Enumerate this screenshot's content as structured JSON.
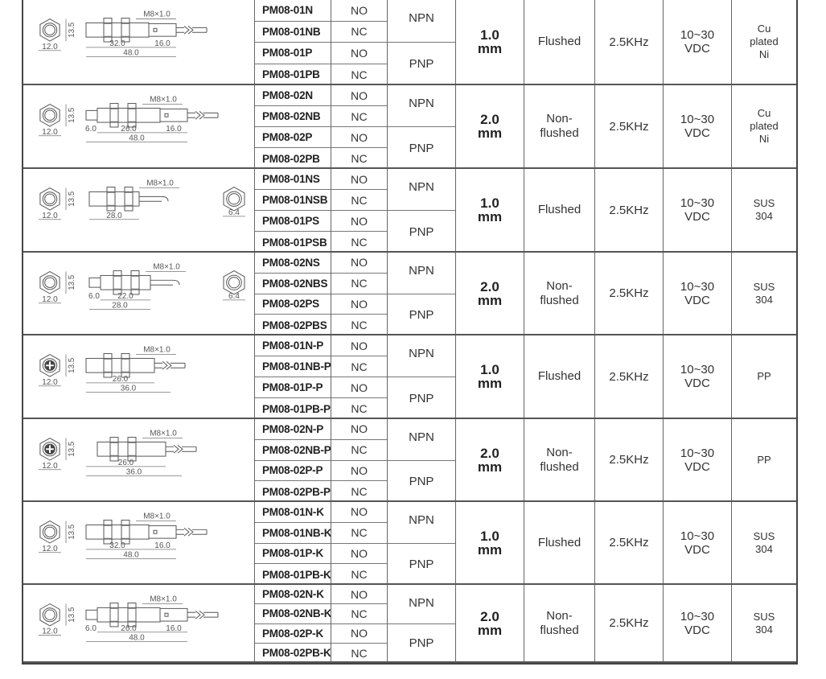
{
  "groups": [
    {
      "variant": "01",
      "models": [
        "PM08-01N",
        "PM08-01NB",
        "PM08-01P",
        "PM08-01PB"
      ],
      "outputs": [
        "NO",
        "NC",
        "NO",
        "NC"
      ],
      "output_types": [
        "NPN",
        "PNP"
      ],
      "distance": [
        "1.0",
        "mm"
      ],
      "mounting": [
        "Flushed"
      ],
      "frequency": "2.5KHz",
      "voltage": [
        "10~30",
        "VDC"
      ],
      "material": [
        "Cu",
        "plated",
        "Ni"
      ],
      "drawing": {
        "thread": "M8×1.0",
        "dims": [
          "13.5",
          "12.0",
          "32.0",
          "16.0",
          "48.0"
        ]
      }
    },
    {
      "variant": "02",
      "models": [
        "PM08-02N",
        "PM08-02NB",
        "PM08-02P",
        "PM08-02PB"
      ],
      "outputs": [
        "NO",
        "NC",
        "NO",
        "NC"
      ],
      "output_types": [
        "NPN",
        "PNP"
      ],
      "distance": [
        "2.0",
        "mm"
      ],
      "mounting": [
        "Non-",
        "flushed"
      ],
      "frequency": "2.5KHz",
      "voltage": [
        "10~30",
        "VDC"
      ],
      "material": [
        "Cu",
        "plated",
        "Ni"
      ],
      "drawing": {
        "thread": "M8×1.0",
        "dims": [
          "13.5",
          "12.0",
          "6.0",
          "26.0",
          "16.0",
          "48.0"
        ]
      }
    },
    {
      "variant": "01S",
      "models": [
        "PM08-01NS",
        "PM08-01NSB",
        "PM08-01PS",
        "PM08-01PSB"
      ],
      "outputs": [
        "NO",
        "NC",
        "NO",
        "NC"
      ],
      "output_types": [
        "NPN",
        "PNP"
      ],
      "distance": [
        "1.0",
        "mm"
      ],
      "mounting": [
        "Flushed"
      ],
      "frequency": "2.5KHz",
      "voltage": [
        "10~30",
        "VDC"
      ],
      "material": [
        "SUS",
        "304"
      ],
      "drawing": {
        "thread": "M8×1.0",
        "dims": [
          "13.5",
          "12.0",
          "28.0",
          "6.4"
        ]
      }
    },
    {
      "variant": "02S",
      "models": [
        "PM08-02NS",
        "PM08-02NBS",
        "PM08-02PS",
        "PM08-02PBS"
      ],
      "outputs": [
        "NO",
        "NC",
        "NO",
        "NC"
      ],
      "output_types": [
        "NPN",
        "PNP"
      ],
      "distance": [
        "2.0",
        "mm"
      ],
      "mounting": [
        "Non-",
        "flushed"
      ],
      "frequency": "2.5KHz",
      "voltage": [
        "10~30",
        "VDC"
      ],
      "material": [
        "SUS",
        "304"
      ],
      "drawing": {
        "thread": "M8×1.0",
        "dims": [
          "13.5",
          "12.0",
          "6.0",
          "22.0",
          "28.0",
          "6.4"
        ]
      }
    },
    {
      "variant": "01P",
      "models": [
        "PM08-01N-P",
        "PM08-01NB-P",
        "PM08-01P-P",
        "PM08-01PB-P"
      ],
      "outputs": [
        "NO",
        "NC",
        "NO",
        "NC"
      ],
      "output_types": [
        "NPN",
        "PNP"
      ],
      "distance": [
        "1.0",
        "mm"
      ],
      "mounting": [
        "Flushed"
      ],
      "frequency": "2.5KHz",
      "voltage": [
        "10~30",
        "VDC"
      ],
      "material": [
        "PP"
      ],
      "drawing": {
        "thread": "M8×1.0",
        "dims": [
          "13.5",
          "12.0",
          "26.0",
          "36.0"
        ]
      }
    },
    {
      "variant": "02P",
      "models": [
        "PM08-02N-P",
        "PM08-02NB-P",
        "PM08-02P-P",
        "PM08-02PB-P"
      ],
      "outputs": [
        "NO",
        "NC",
        "NO",
        "NC"
      ],
      "output_types": [
        "NPN",
        "PNP"
      ],
      "distance": [
        "2.0",
        "mm"
      ],
      "mounting": [
        "Non-",
        "flushed"
      ],
      "frequency": "2.5KHz",
      "voltage": [
        "10~30",
        "VDC"
      ],
      "material": [
        "PP"
      ],
      "drawing": {
        "thread": "M8×1.0",
        "dims": [
          "13.5",
          "12.0",
          "26.0",
          "36.0"
        ]
      }
    },
    {
      "variant": "01K",
      "models": [
        "PM08-01N-K",
        "PM08-01NB-K",
        "PM08-01P-K",
        "PM08-01PB-K"
      ],
      "outputs": [
        "NO",
        "NC",
        "NO",
        "NC"
      ],
      "output_types": [
        "NPN",
        "PNP"
      ],
      "distance": [
        "1.0",
        "mm"
      ],
      "mounting": [
        "Flushed"
      ],
      "frequency": "2.5KHz",
      "voltage": [
        "10~30",
        "VDC"
      ],
      "material": [
        "SUS",
        "304"
      ],
      "drawing": {
        "thread": "M8×1.0",
        "dims": [
          "13.5",
          "12.0",
          "32.0",
          "16.0",
          "48.0"
        ]
      }
    },
    {
      "variant": "02K",
      "models": [
        "PM08-02N-K",
        "PM08-02NB-K",
        "PM08-02P-K",
        "PM08-02PB-K"
      ],
      "outputs": [
        "NO",
        "NC",
        "NO",
        "NC"
      ],
      "output_types": [
        "NPN",
        "PNP"
      ],
      "distance": [
        "2.0",
        "mm"
      ],
      "mounting": [
        "Non-",
        "flushed"
      ],
      "frequency": "2.5KHz",
      "voltage": [
        "10~30",
        "VDC"
      ],
      "material": [
        "SUS",
        "304"
      ],
      "drawing": {
        "thread": "M8×1.0",
        "dims": [
          "13.5",
          "12.0",
          "6.0",
          "26.0",
          "16.0",
          "48.0"
        ]
      }
    }
  ]
}
